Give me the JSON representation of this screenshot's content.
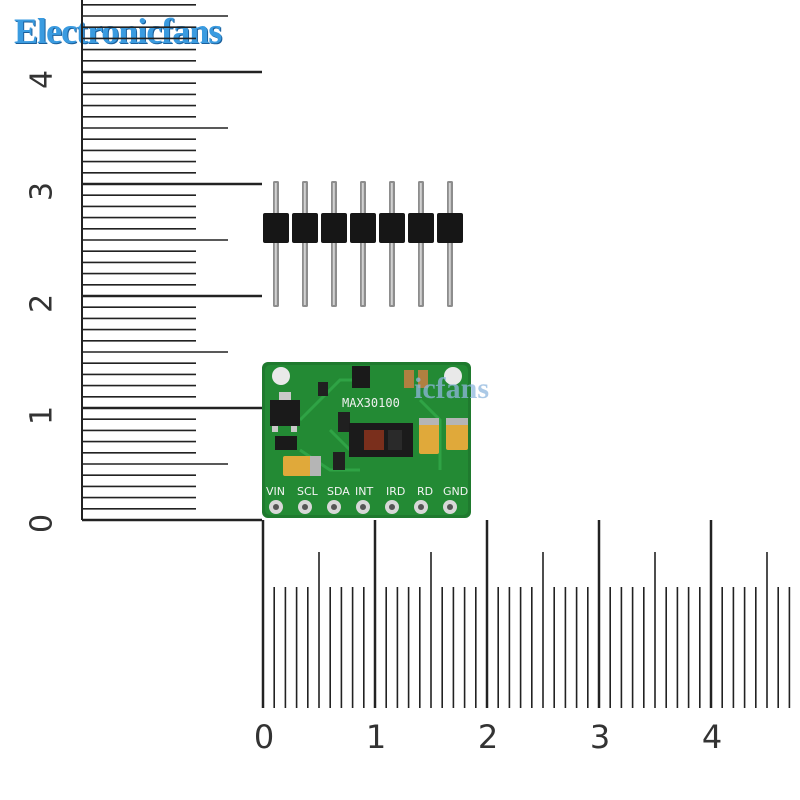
{
  "brand": {
    "text": "Electronicfans",
    "color": "#3a9be0"
  },
  "watermark": {
    "text": "icfans"
  },
  "ruler_vertical": {
    "labels": [
      "4",
      "3",
      "2",
      "1",
      "0"
    ],
    "unit_label": ""
  },
  "ruler_horizontal": {
    "labels": [
      "0",
      "1",
      "2",
      "3",
      "4"
    ]
  },
  "header_pins": {
    "count": 7
  },
  "board": {
    "chip_label": "MAX30100",
    "pin_labels": [
      "VIN",
      "SCL",
      "SDA",
      "INT",
      "IRD",
      "RD",
      "GND"
    ],
    "pcb_color": "#1f7a2e"
  }
}
